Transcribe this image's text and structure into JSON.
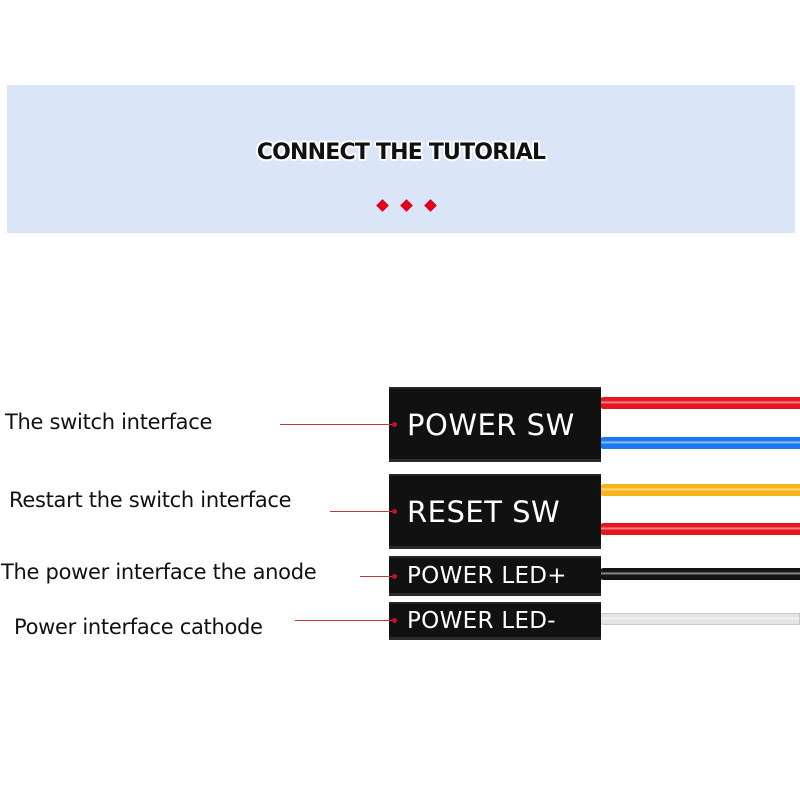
{
  "banner": {
    "title": "CONNECT THE TUTORIAL",
    "background": "#dbe5f8",
    "ornament": {
      "shape": "diamond",
      "count": 3,
      "color": "#e0001a"
    }
  },
  "connectors": [
    {
      "label": "The switch interface",
      "header": "POWER SW",
      "wires": [
        {
          "color_name": "red",
          "color": "#e8141e"
        },
        {
          "color_name": "blue",
          "color": "#1a78f0"
        }
      ]
    },
    {
      "label": "Restart the switch interface",
      "header": "RESET SW",
      "wires": [
        {
          "color_name": "yellow",
          "color": "#f5b418"
        },
        {
          "color_name": "red",
          "color": "#e8141e"
        }
      ]
    },
    {
      "label": "The power interface the anode",
      "header": "POWER LED+",
      "wires": [
        {
          "color_name": "black",
          "color": "#141414"
        }
      ]
    },
    {
      "label": "Power interface cathode",
      "header": "POWER LED-",
      "wires": [
        {
          "color_name": "white",
          "color": "#e4e4e4"
        }
      ]
    }
  ],
  "leader_color": "#c8323c"
}
